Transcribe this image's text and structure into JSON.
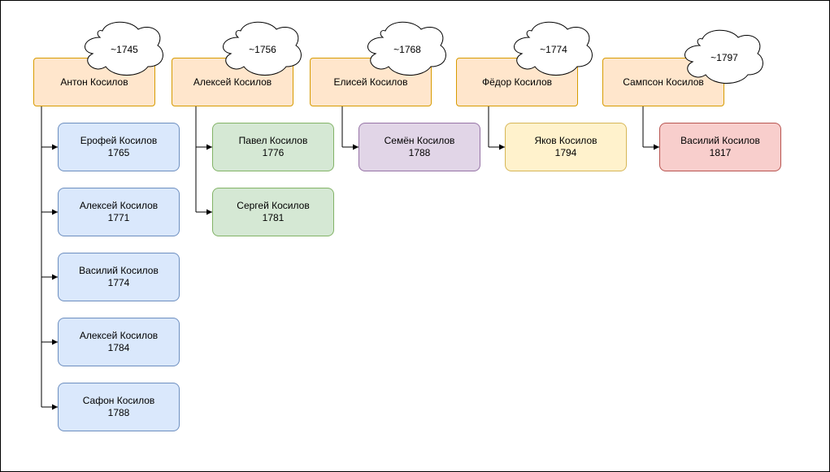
{
  "colors": {
    "parent_fill": "#ffe6cc",
    "parent_stroke": "#d79b00",
    "blue_fill": "#dae8fc",
    "blue_stroke": "#6c8ebf",
    "green_fill": "#d5e8d4",
    "green_stroke": "#82b366",
    "purple_fill": "#e1d5e7",
    "purple_stroke": "#9673a6",
    "yellow_fill": "#fff2cc",
    "yellow_stroke": "#d6b656",
    "red_fill": "#f8cecc",
    "red_stroke": "#b85450"
  },
  "families": [
    {
      "parent": "Антон Косилов",
      "parent_year": "~1745",
      "children": [
        {
          "name": "Ерофей Косилов",
          "year": "1765"
        },
        {
          "name": "Алексей Косилов",
          "year": "1771"
        },
        {
          "name": "Василий Косилов",
          "year": "1774"
        },
        {
          "name": "Алексей Косилов",
          "year": "1784"
        },
        {
          "name": "Сафон Косилов",
          "year": "1788"
        }
      ]
    },
    {
      "parent": "Алексей Косилов",
      "parent_year": "~1756",
      "children": [
        {
          "name": "Павел Косилов",
          "year": "1776"
        },
        {
          "name": "Сергей Косилов",
          "year": "1781"
        }
      ]
    },
    {
      "parent": "Елисей Косилов",
      "parent_year": "~1768",
      "children": [
        {
          "name": "Семён Косилов",
          "year": "1788"
        }
      ]
    },
    {
      "parent": "Фёдор Косилов",
      "parent_year": "~1774",
      "children": [
        {
          "name": "Яков Косилов",
          "year": "1794"
        }
      ]
    },
    {
      "parent": "Сампсон Косилов",
      "parent_year": "~1797",
      "children": [
        {
          "name": "Василий Косилов",
          "year": "1817"
        }
      ]
    }
  ]
}
